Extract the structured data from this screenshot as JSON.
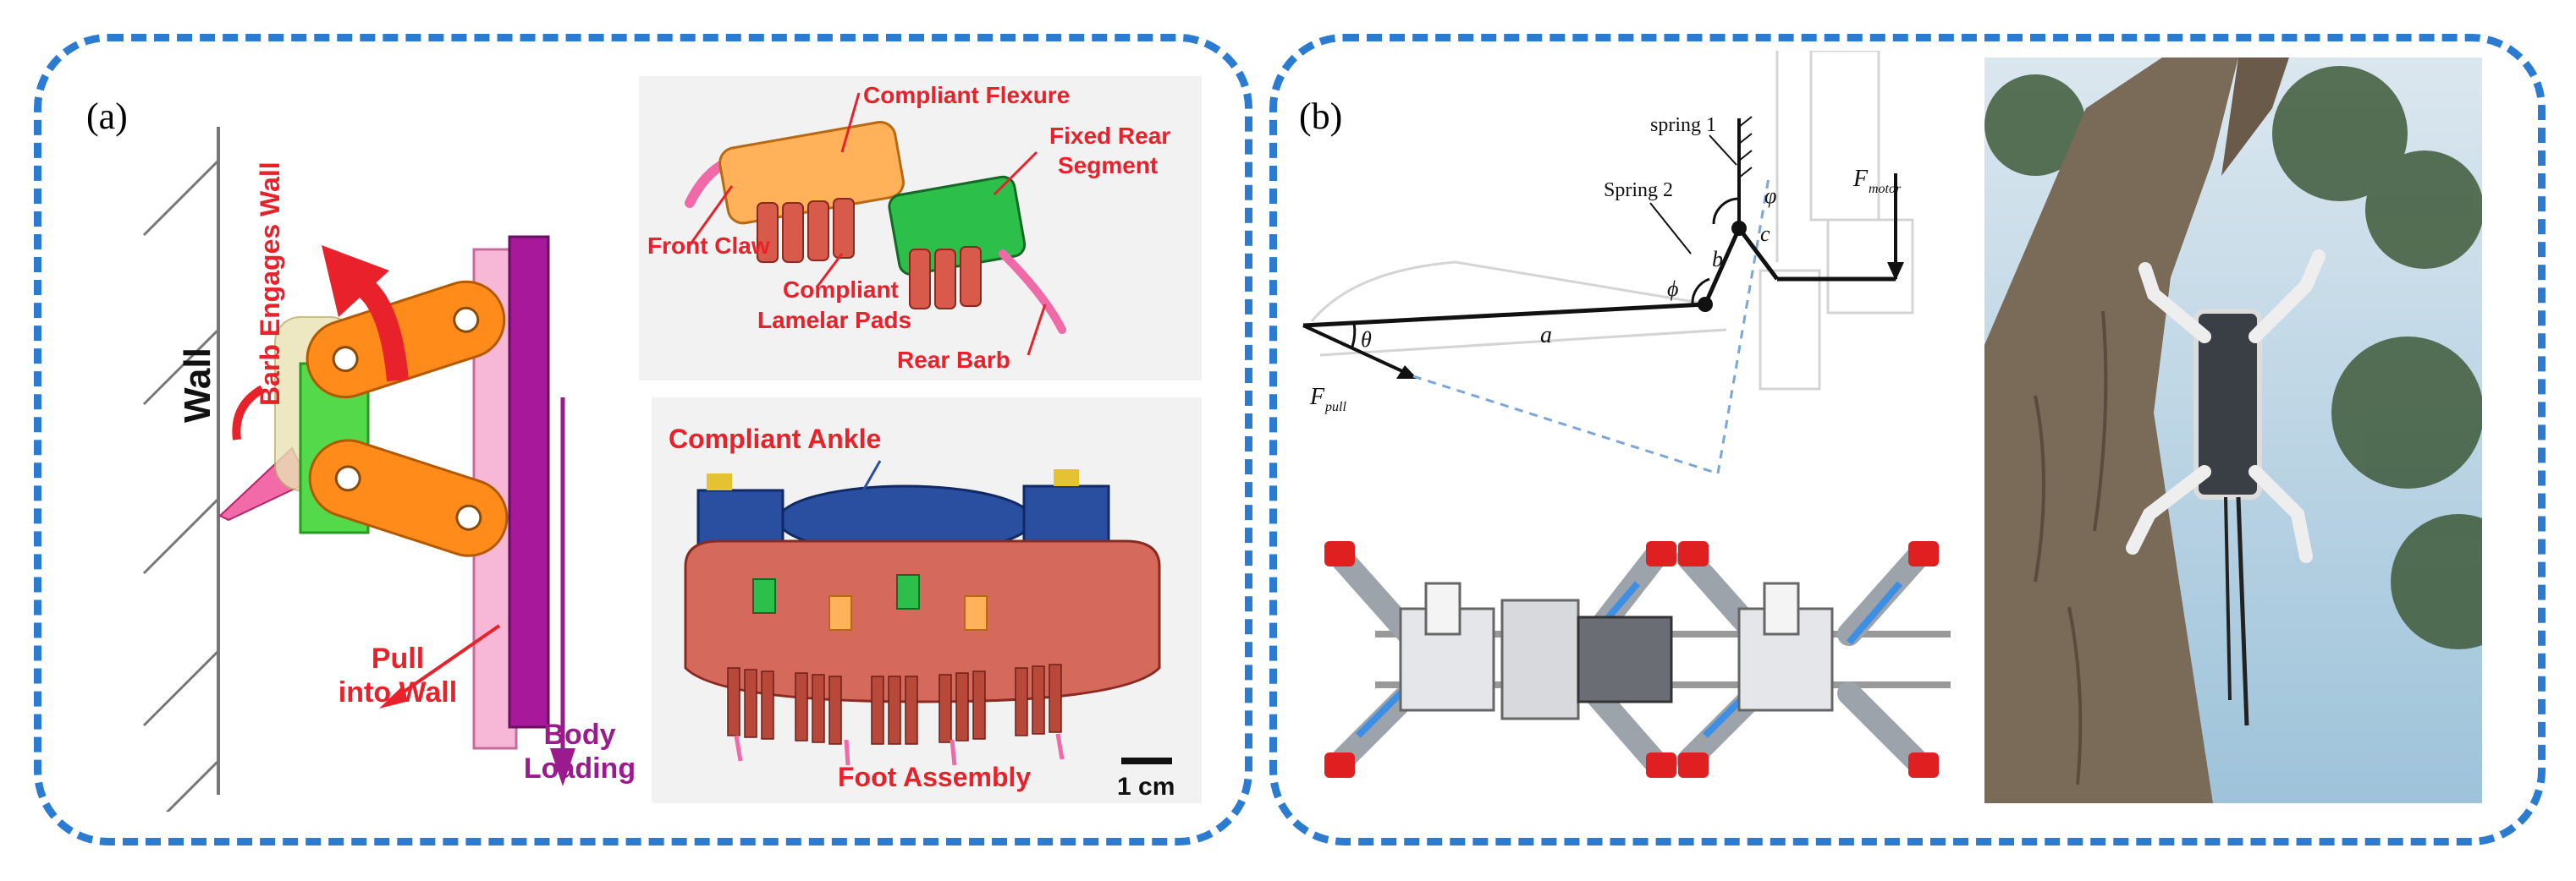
{
  "panel_a": {
    "label": "(a)",
    "wall_label": "Wall",
    "barb_engages_label": "Barb Engages Wall",
    "pull_label_line1": "Pull",
    "pull_label_line2": "into Wall",
    "body_label_line1": "Body",
    "body_label_line2": "Loading",
    "compliant_flexure": "Compliant Flexure",
    "fixed_rear_line1": "Fixed Rear",
    "fixed_rear_line2": "Segment",
    "front_claw": "Front Claw",
    "lamelar_line1": "Compliant",
    "lamelar_line2": "Lamelar Pads",
    "rear_barb": "Rear Barb",
    "compliant_ankle": "Compliant Ankle",
    "foot_assembly": "Foot Assembly",
    "scale_bar": "1 cm"
  },
  "panel_b": {
    "label": "(b)",
    "spring1": "spring 1",
    "spring2": "Spring 2",
    "f_motor": "F",
    "f_motor_sub": "motor",
    "f_pull": "F",
    "f_pull_sub": "pull",
    "theta": "θ",
    "phi_upper": "φ",
    "phi_lower": "ϕ",
    "a": "a",
    "b": "b",
    "c": "c"
  },
  "colors": {
    "border": "#2b7bd1",
    "label_red": "#e8212b",
    "purple": "#9b1b8e",
    "orange": "#ff8a1a",
    "green": "#2fc43a"
  }
}
